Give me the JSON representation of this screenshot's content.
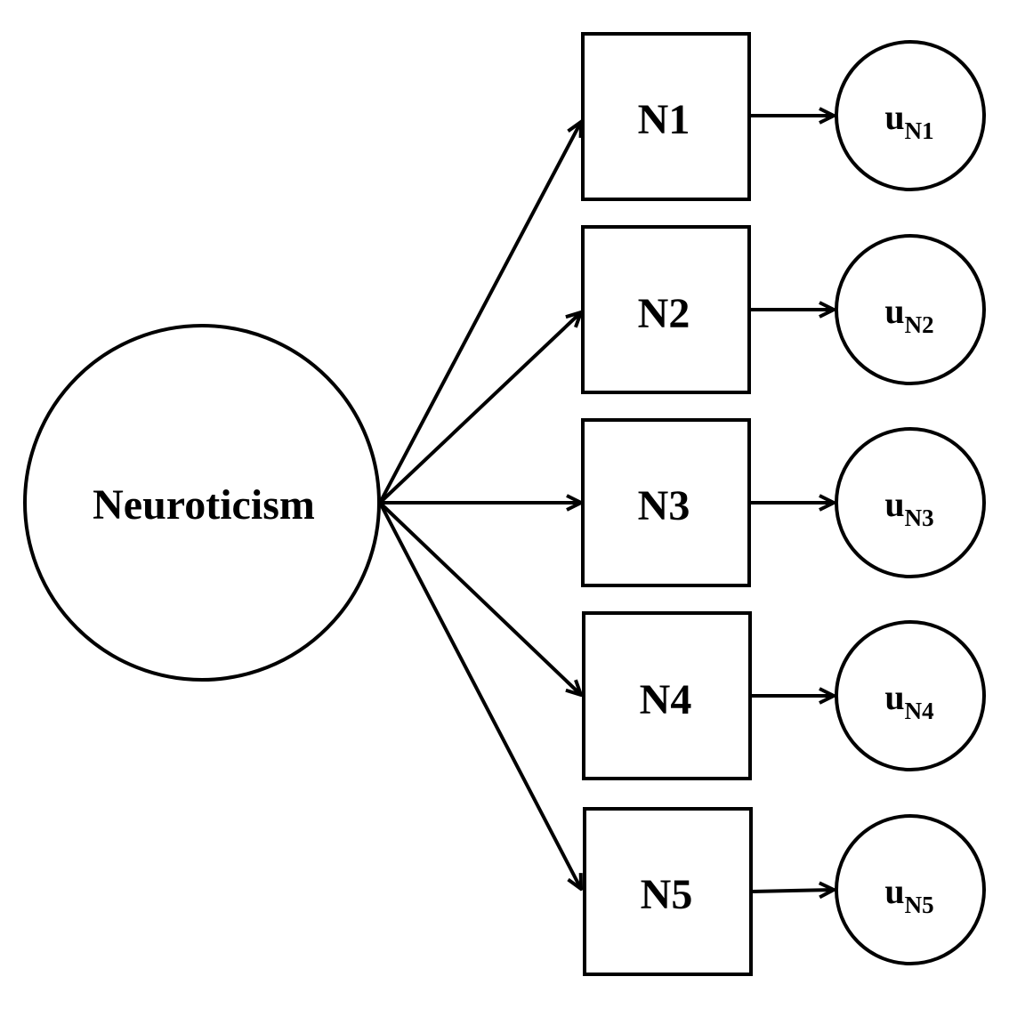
{
  "latent": {
    "name": "Neuroticism"
  },
  "indicators": [
    {
      "label": "N1",
      "error_base": "u",
      "error_sub": "N1"
    },
    {
      "label": "N2",
      "error_base": "u",
      "error_sub": "N2"
    },
    {
      "label": "N3",
      "error_base": "u",
      "error_sub": "N3"
    },
    {
      "label": "N4",
      "error_base": "u",
      "error_sub": "N4"
    },
    {
      "label": "N5",
      "error_base": "u",
      "error_sub": "N5"
    }
  ],
  "colors": {
    "stroke": "#000000",
    "background": "#ffffff"
  }
}
